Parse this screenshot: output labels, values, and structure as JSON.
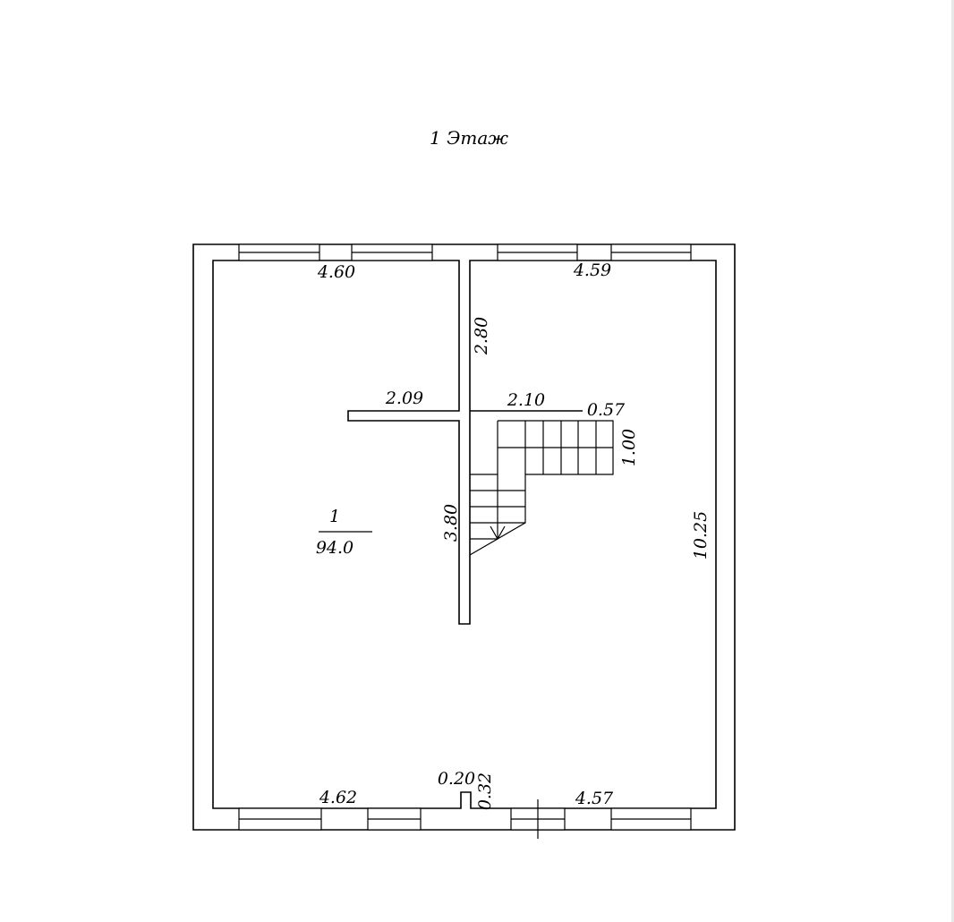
{
  "title": "1 Этаж",
  "room": {
    "number": "1",
    "area": "94.0"
  },
  "dimensions": {
    "top_left_width": "4.60",
    "top_right_width": "4.59",
    "center_wall_upper": "2.80",
    "left_partition": "2.09",
    "right_partition": "2.10",
    "stair_offset": "0.57",
    "stair_height": "1.00",
    "center_wall_lower": "3.80",
    "overall_height": "10.25",
    "bottom_left_width": "4.62",
    "bottom_right_width": "4.57",
    "niche_width": "0.20",
    "niche_depth": "0.32"
  }
}
